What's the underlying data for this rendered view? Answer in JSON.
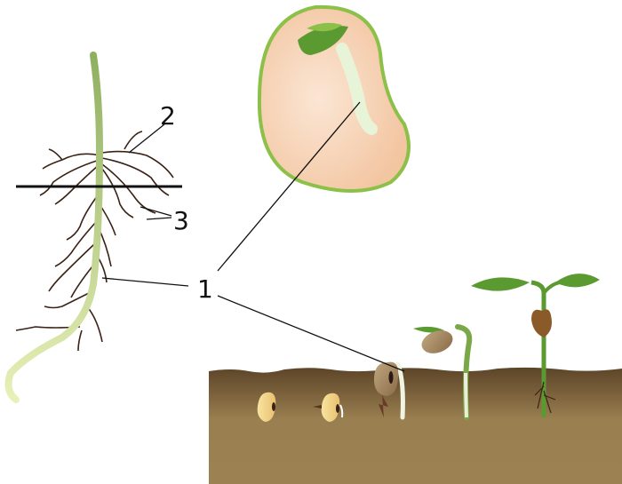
{
  "labels": {
    "one": "1",
    "two": "2",
    "three": "3"
  },
  "colors": {
    "soil_top": "#5c4428",
    "soil_bottom": "#9c8252",
    "stem": "#8fb060",
    "root": "#3a2216",
    "seed_flesh": "#f6cfb0",
    "seed_rim": "#8cc048",
    "leaf": "#5a9a30"
  }
}
